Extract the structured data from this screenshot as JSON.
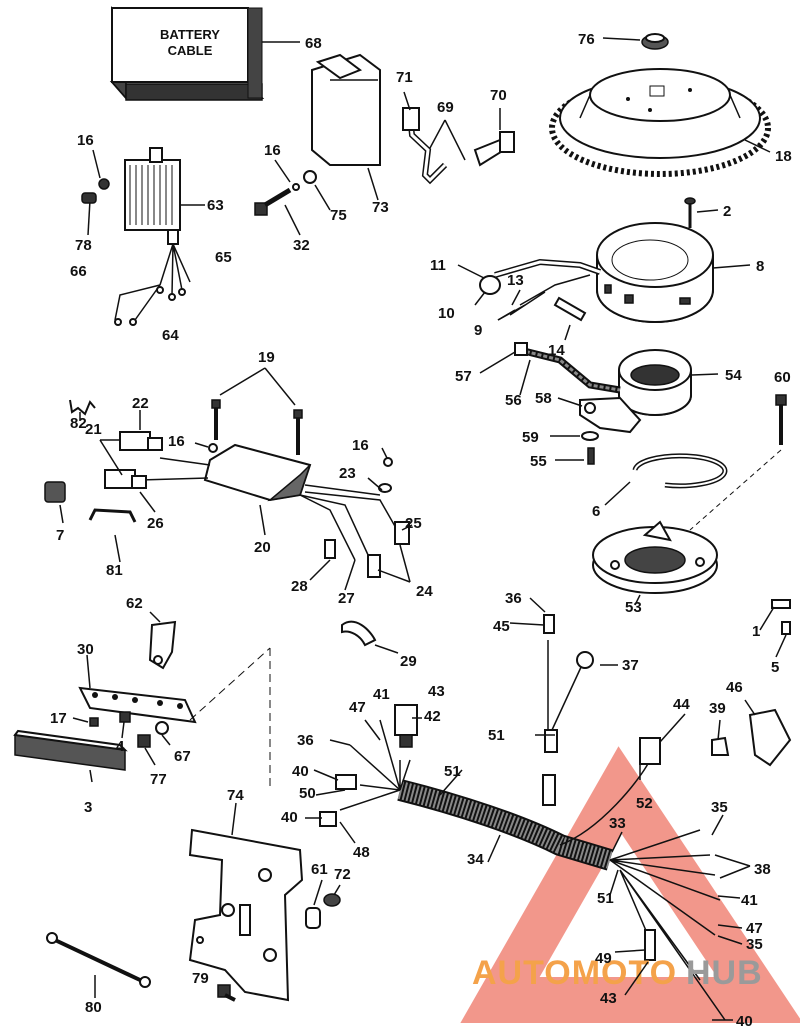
{
  "battery_label": [
    "BATTERY",
    "CABLE"
  ],
  "watermark": {
    "prefix": "AUTOMOTO",
    "suffix": "HUB",
    "prefix_color": "#f4a24a",
    "suffix_color": "#9a9a9a",
    "triangle_color": "#e8412c"
  },
  "callouts": [
    {
      "id": "c68",
      "text": "68"
    },
    {
      "id": "c76",
      "text": "76"
    },
    {
      "id": "c18",
      "text": "18"
    },
    {
      "id": "c16a",
      "text": "16"
    },
    {
      "id": "c63",
      "text": "63"
    },
    {
      "id": "c78",
      "text": "78"
    },
    {
      "id": "c66",
      "text": "66"
    },
    {
      "id": "c65",
      "text": "65"
    },
    {
      "id": "c64",
      "text": "64"
    },
    {
      "id": "c16b",
      "text": "16"
    },
    {
      "id": "c75",
      "text": "75"
    },
    {
      "id": "c32",
      "text": "32"
    },
    {
      "id": "c73",
      "text": "73"
    },
    {
      "id": "c71",
      "text": "71"
    },
    {
      "id": "c69",
      "text": "69"
    },
    {
      "id": "c70",
      "text": "70"
    },
    {
      "id": "c2",
      "text": "2"
    },
    {
      "id": "c8",
      "text": "8"
    },
    {
      "id": "c11",
      "text": "11"
    },
    {
      "id": "c13",
      "text": "13"
    },
    {
      "id": "c10",
      "text": "10"
    },
    {
      "id": "c9",
      "text": "9"
    },
    {
      "id": "c14",
      "text": "14"
    },
    {
      "id": "c57",
      "text": "57"
    },
    {
      "id": "c56",
      "text": "56"
    },
    {
      "id": "c58",
      "text": "58"
    },
    {
      "id": "c54",
      "text": "54"
    },
    {
      "id": "c60",
      "text": "60"
    },
    {
      "id": "c59",
      "text": "59"
    },
    {
      "id": "c55",
      "text": "55"
    },
    {
      "id": "c6",
      "text": "6"
    },
    {
      "id": "c53",
      "text": "53"
    },
    {
      "id": "c19",
      "text": "19"
    },
    {
      "id": "c22",
      "text": "22"
    },
    {
      "id": "c82",
      "text": "82"
    },
    {
      "id": "c21",
      "text": "21"
    },
    {
      "id": "c16c",
      "text": "16"
    },
    {
      "id": "c16d",
      "text": "16"
    },
    {
      "id": "c23",
      "text": "23"
    },
    {
      "id": "c7",
      "text": "7"
    },
    {
      "id": "c26",
      "text": "26"
    },
    {
      "id": "c20",
      "text": "20"
    },
    {
      "id": "c25",
      "text": "25"
    },
    {
      "id": "c81",
      "text": "81"
    },
    {
      "id": "c28",
      "text": "28"
    },
    {
      "id": "c27",
      "text": "27"
    },
    {
      "id": "c24",
      "text": "24"
    },
    {
      "id": "c62",
      "text": "62"
    },
    {
      "id": "c36a",
      "text": "36"
    },
    {
      "id": "c45",
      "text": "45"
    },
    {
      "id": "c1",
      "text": "1"
    },
    {
      "id": "c5",
      "text": "5"
    },
    {
      "id": "c29",
      "text": "29"
    },
    {
      "id": "c37",
      "text": "37"
    },
    {
      "id": "c30",
      "text": "30"
    },
    {
      "id": "c43a",
      "text": "43"
    },
    {
      "id": "c41a",
      "text": "41"
    },
    {
      "id": "c47a",
      "text": "47"
    },
    {
      "id": "c42",
      "text": "42"
    },
    {
      "id": "c46",
      "text": "46"
    },
    {
      "id": "c44",
      "text": "44"
    },
    {
      "id": "c39",
      "text": "39"
    },
    {
      "id": "c17",
      "text": "17"
    },
    {
      "id": "c4",
      "text": "4"
    },
    {
      "id": "c67",
      "text": "67"
    },
    {
      "id": "c51a",
      "text": "51"
    },
    {
      "id": "c36b",
      "text": "36"
    },
    {
      "id": "c77",
      "text": "77"
    },
    {
      "id": "c3",
      "text": "3"
    },
    {
      "id": "c40a",
      "text": "40"
    },
    {
      "id": "c51b",
      "text": "51"
    },
    {
      "id": "c52",
      "text": "52"
    },
    {
      "id": "c50",
      "text": "50"
    },
    {
      "id": "c35a",
      "text": "35"
    },
    {
      "id": "c74",
      "text": "74"
    },
    {
      "id": "c40b",
      "text": "40"
    },
    {
      "id": "c33",
      "text": "33"
    },
    {
      "id": "c48",
      "text": "48"
    },
    {
      "id": "c34",
      "text": "34"
    },
    {
      "id": "c38",
      "text": "38"
    },
    {
      "id": "c61",
      "text": "61"
    },
    {
      "id": "c72",
      "text": "72"
    },
    {
      "id": "c51c",
      "text": "51"
    },
    {
      "id": "c41b",
      "text": "41"
    },
    {
      "id": "c47b",
      "text": "47"
    },
    {
      "id": "c35b",
      "text": "35"
    },
    {
      "id": "c49",
      "text": "49"
    },
    {
      "id": "c80",
      "text": "80"
    },
    {
      "id": "c79",
      "text": "79"
    },
    {
      "id": "c43b",
      "text": "43"
    },
    {
      "id": "c40c",
      "text": "40"
    }
  ]
}
